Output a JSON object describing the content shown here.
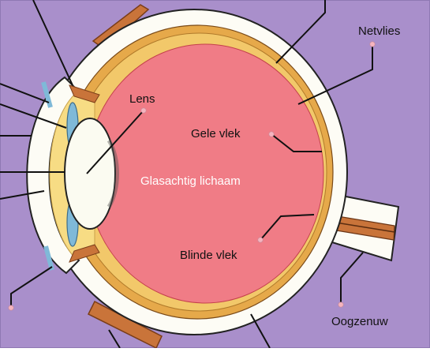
{
  "colors": {
    "background": "#a98fcb",
    "sclera": "#fdfcf5",
    "choroid": "#e6a94a",
    "retina_band": "#f2c86a",
    "vitreous": "#f07c86",
    "aqueous": "#f7dc84",
    "iris": "#7fb9d8",
    "lens": "#fbfbf1",
    "optic_nerve": "#c9743a",
    "leader": "#111111",
    "dot": "#f5b4bf"
  },
  "labels": {
    "netvlies": "Netvlies",
    "lens": "Lens",
    "gele_vlek": "Gele vlek",
    "glasachtig": "Glasachtig lichaam",
    "blinde_vlek": "Blinde vlek",
    "oogzenuw": "Oogzenuw"
  }
}
